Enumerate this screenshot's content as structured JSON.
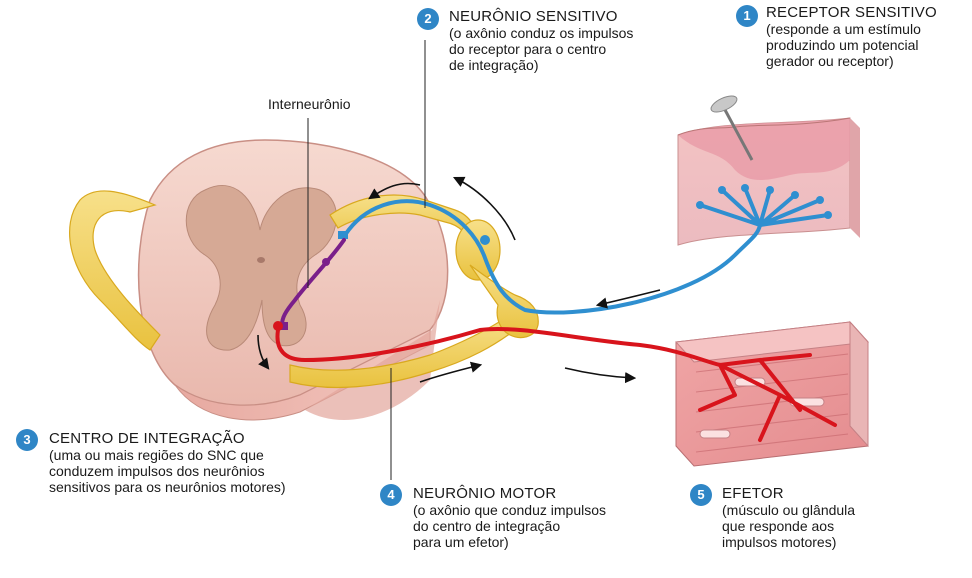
{
  "labels": {
    "interneuron": "Interneurônio",
    "steps": [
      {
        "number": "1",
        "title": "RECEPTOR SENSITIVO",
        "lines": [
          "(responde a um estímulo",
          "produzindo um potencial",
          "gerador ou receptor)"
        ]
      },
      {
        "number": "2",
        "title": "NEURÔNIO SENSITIVO",
        "lines": [
          "(o axônio conduz os impulsos",
          "do receptor para o centro",
          "de integração)"
        ]
      },
      {
        "number": "3",
        "title": "CENTRO DE INTEGRAÇÃO",
        "lines": [
          "(uma ou mais regiões do SNC que",
          "conduzem impulsos dos neurônios",
          "sensitivos para os neurônios motores)"
        ]
      },
      {
        "number": "4",
        "title": "NEURÔNIO MOTOR",
        "lines": [
          "(o axônio que conduz impulsos",
          "do centro de integração",
          "para um efetor)"
        ]
      },
      {
        "number": "5",
        "title": "EFETOR",
        "lines": [
          "(músculo ou glândula",
          "que responde aos",
          "impulsos motores)"
        ]
      }
    ]
  },
  "colors": {
    "sensory_neuron": "#2f8fd0",
    "motor_neuron": "#d8141c",
    "interneuron": "#7a1f8a",
    "nerve": "#f2d25a",
    "badge": "#2f86c6"
  }
}
